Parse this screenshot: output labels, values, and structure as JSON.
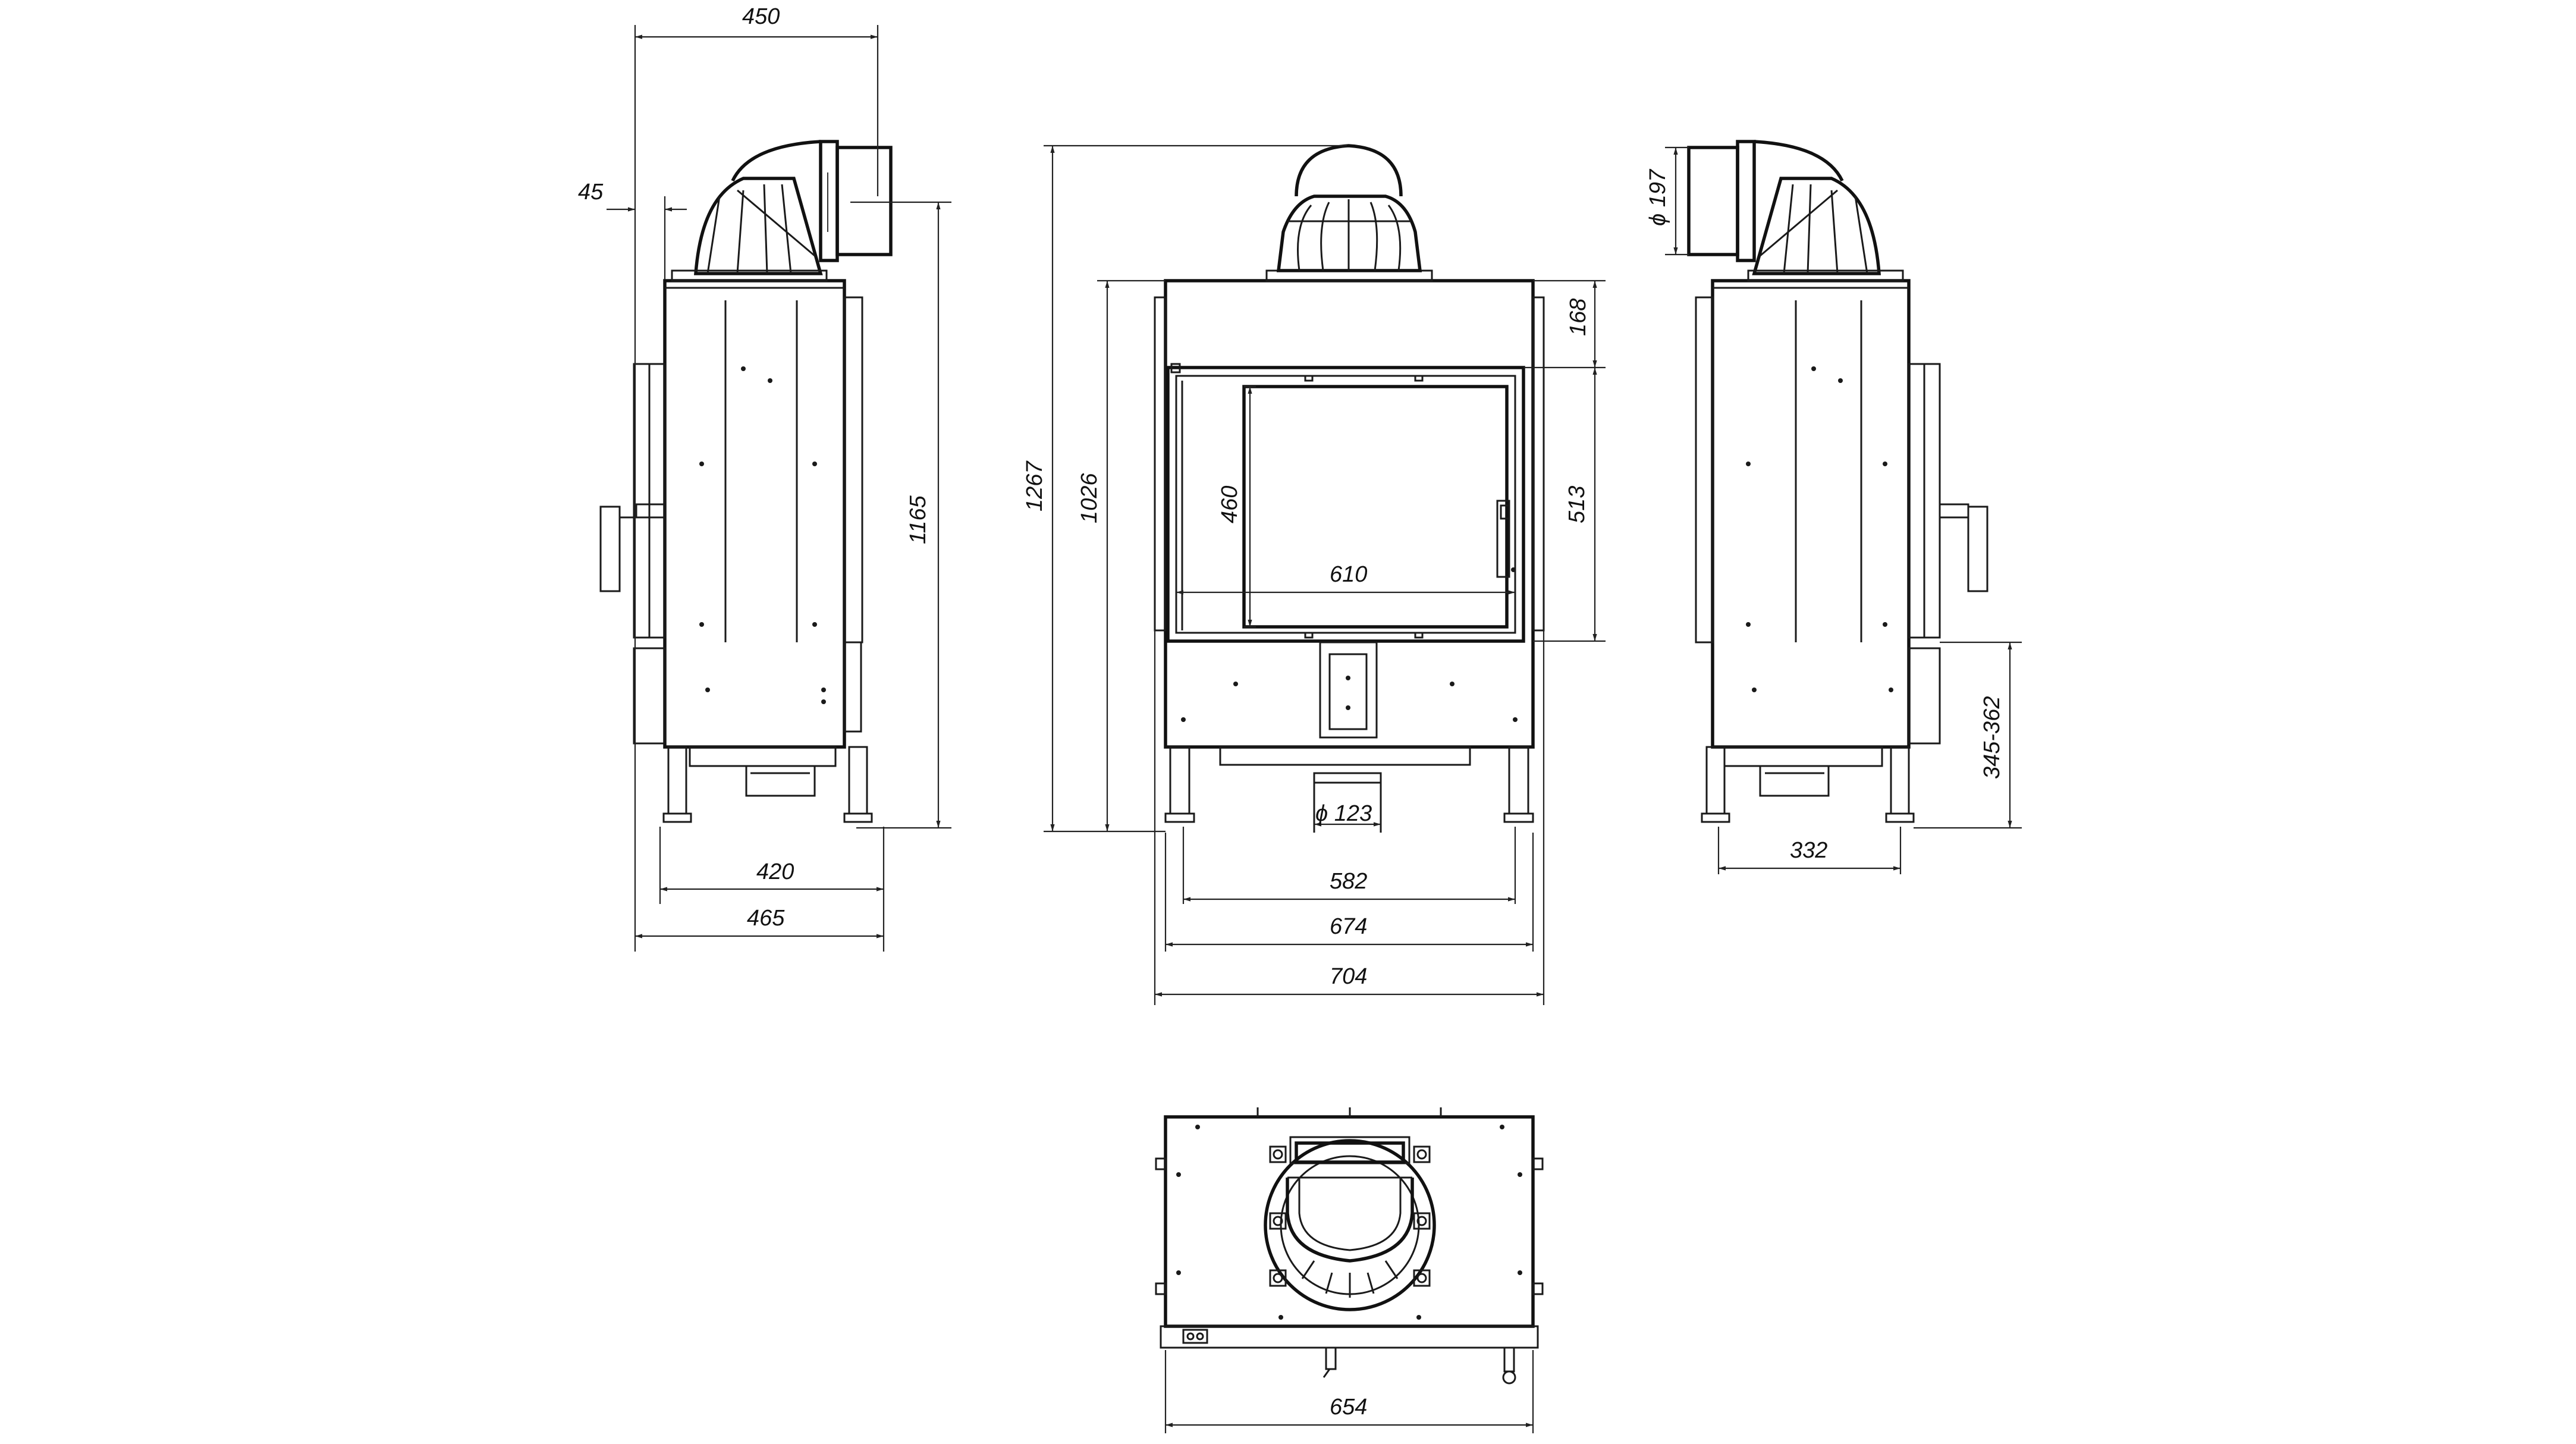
{
  "dimensions": {
    "side_left": {
      "top_width": "450",
      "offset": "45",
      "height": "1165",
      "feet_span": "420",
      "depth": "465"
    },
    "front": {
      "total_height": "1267",
      "body_height": "1026",
      "top_panel": "168",
      "door_height": "513",
      "glass_height": "460",
      "glass_width": "610",
      "air_inlet": "ϕ 123",
      "feet_span": "582",
      "body_width": "674",
      "total_width": "704"
    },
    "side_right": {
      "flue_diameter": "ϕ 197",
      "inlet_height": "345-362",
      "feet_span": "332"
    },
    "top_view": {
      "width": "654"
    }
  }
}
